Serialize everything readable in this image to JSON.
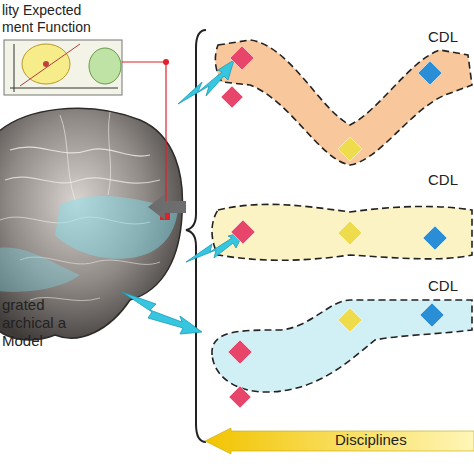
{
  "diagram": {
    "nodes": [
      {
        "text": [
          "CDL"
        ]
      },
      {
        "text": [
          "CDL"
        ]
      },
      {
        "text": [
          "CDL"
        ]
      },
      {
        "text": [
          "Disciplines"
        ]
      }
    ],
    "labels": [
      "lity Expected ment Function",
      "grated archical a Model"
    ]
  }
}
